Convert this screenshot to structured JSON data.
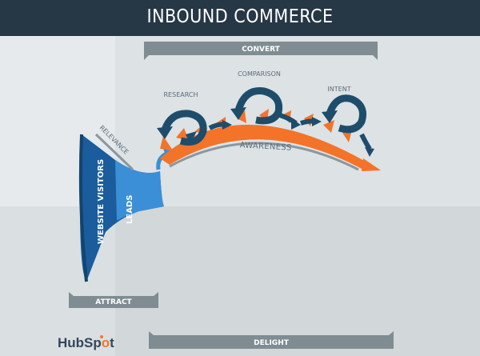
{
  "header": {
    "title": "INBOUND COMMERCE"
  },
  "stages": {
    "convert": "CONVERT",
    "attract": "ATTRACT",
    "delight": "DELIGHT"
  },
  "funnel": {
    "outer_label": "WEBSITE VISITORS",
    "inner_label": "LEADS",
    "relevance": "RELEVANCE"
  },
  "arc": {
    "awareness": "AWARENESS",
    "research": "RESEARCH",
    "comparison": "COMPARISON",
    "intent": "INTENT"
  },
  "logo": {
    "text_before": "HubSp",
    "text_after": "t"
  },
  "colors": {
    "header_bg": "#263746",
    "background": "#dde2e5",
    "funnel_dark": "#1a5c9c",
    "funnel_light": "#3a8fd6",
    "orange": "#f37329",
    "loop_navy": "#1e4d6b",
    "bar_gray": "#7f8d93",
    "hubspot_orange": "#f57722"
  }
}
